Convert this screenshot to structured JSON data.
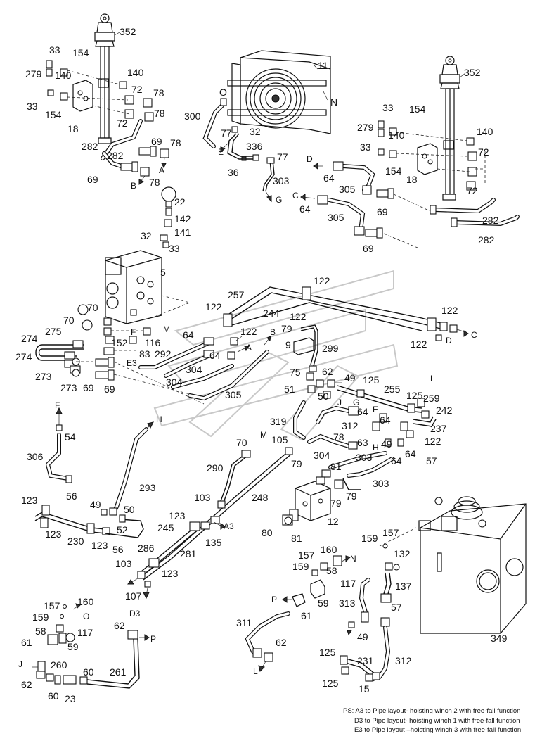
{
  "labels": [
    {
      "id": "l1",
      "text": "352"
    },
    {
      "id": "l2",
      "text": "33"
    },
    {
      "id": "l3",
      "text": "154"
    },
    {
      "id": "l4",
      "text": "279"
    },
    {
      "id": "l5",
      "text": "140"
    },
    {
      "id": "l6",
      "text": "140"
    },
    {
      "id": "l7",
      "text": "72"
    },
    {
      "id": "l8",
      "text": "78"
    },
    {
      "id": "l9",
      "text": "33"
    },
    {
      "id": "l10",
      "text": "154"
    },
    {
      "id": "l11",
      "text": "78"
    },
    {
      "id": "l12",
      "text": "72"
    },
    {
      "id": "l13",
      "text": "18"
    },
    {
      "id": "l14",
      "text": "282"
    },
    {
      "id": "l15",
      "text": "282"
    },
    {
      "id": "l16",
      "text": "69"
    },
    {
      "id": "l17",
      "text": "78"
    },
    {
      "id": "l18",
      "text": "A"
    },
    {
      "id": "l19",
      "text": "69"
    },
    {
      "id": "l20",
      "text": "B"
    },
    {
      "id": "l21",
      "text": "78"
    },
    {
      "id": "l22",
      "text": "11"
    },
    {
      "id": "l23",
      "text": "O"
    },
    {
      "id": "l24",
      "text": "N"
    },
    {
      "id": "l25",
      "text": "300"
    },
    {
      "id": "l26",
      "text": "77"
    },
    {
      "id": "l27",
      "text": "32"
    },
    {
      "id": "l28",
      "text": "336"
    },
    {
      "id": "l29",
      "text": "E"
    },
    {
      "id": "l30",
      "text": "77"
    },
    {
      "id": "l31",
      "text": "36"
    },
    {
      "id": "l32",
      "text": "303"
    },
    {
      "id": "l33",
      "text": "G"
    },
    {
      "id": "l34",
      "text": "352"
    },
    {
      "id": "l35",
      "text": "33"
    },
    {
      "id": "l36",
      "text": "154"
    },
    {
      "id": "l37",
      "text": "279"
    },
    {
      "id": "l38",
      "text": "140"
    },
    {
      "id": "l39",
      "text": "140"
    },
    {
      "id": "l40",
      "text": "33"
    },
    {
      "id": "l41",
      "text": "72"
    },
    {
      "id": "l42",
      "text": "D"
    },
    {
      "id": "l43",
      "text": "154"
    },
    {
      "id": "l44",
      "text": "64"
    },
    {
      "id": "l45",
      "text": "18"
    },
    {
      "id": "l46",
      "text": "72"
    },
    {
      "id": "l47",
      "text": "305"
    },
    {
      "id": "l48",
      "text": "C"
    },
    {
      "id": "l49",
      "text": "64"
    },
    {
      "id": "l50",
      "text": "69"
    },
    {
      "id": "l51",
      "text": "305"
    },
    {
      "id": "l52",
      "text": "282"
    },
    {
      "id": "l53",
      "text": "282"
    },
    {
      "id": "l54",
      "text": "69"
    },
    {
      "id": "l55",
      "text": "22"
    },
    {
      "id": "l56",
      "text": "142"
    },
    {
      "id": "l57",
      "text": "32"
    },
    {
      "id": "l58",
      "text": "141"
    },
    {
      "id": "l59",
      "text": "33"
    },
    {
      "id": "l60",
      "text": "5"
    },
    {
      "id": "l61",
      "text": "122"
    },
    {
      "id": "l62",
      "text": "257"
    },
    {
      "id": "l63",
      "text": "122"
    },
    {
      "id": "l64",
      "text": "244"
    },
    {
      "id": "l65",
      "text": "122"
    },
    {
      "id": "l66",
      "text": "122"
    },
    {
      "id": "l67",
      "text": "70"
    },
    {
      "id": "l68",
      "text": "70"
    },
    {
      "id": "l69",
      "text": "M"
    },
    {
      "id": "l70",
      "text": "F"
    },
    {
      "id": "l71",
      "text": "64"
    },
    {
      "id": "l72",
      "text": "122"
    },
    {
      "id": "l73",
      "text": "B"
    },
    {
      "id": "l74",
      "text": "79"
    },
    {
      "id": "l75",
      "text": "274"
    },
    {
      "id": "l76",
      "text": "275"
    },
    {
      "id": "l77",
      "text": "152"
    },
    {
      "id": "l78",
      "text": "116"
    },
    {
      "id": "l79",
      "text": "64"
    },
    {
      "id": "l80",
      "text": "A"
    },
    {
      "id": "l81",
      "text": "9"
    },
    {
      "id": "l82",
      "text": "299"
    },
    {
      "id": "l83",
      "text": "D"
    },
    {
      "id": "l84",
      "text": "C"
    },
    {
      "id": "l85",
      "text": "122"
    },
    {
      "id": "l86",
      "text": "274"
    },
    {
      "id": "l87",
      "text": "83"
    },
    {
      "id": "l88",
      "text": "292"
    },
    {
      "id": "l89",
      "text": "E3"
    },
    {
      "id": "l90",
      "text": "273"
    },
    {
      "id": "l91",
      "text": "273"
    },
    {
      "id": "l92",
      "text": "69"
    },
    {
      "id": "l93",
      "text": "69"
    },
    {
      "id": "l94",
      "text": "304"
    },
    {
      "id": "l95",
      "text": "304"
    },
    {
      "id": "l96",
      "text": "305"
    },
    {
      "id": "l97",
      "text": "75"
    },
    {
      "id": "l98",
      "text": "62"
    },
    {
      "id": "l99",
      "text": "49"
    },
    {
      "id": "l100",
      "text": "125"
    },
    {
      "id": "l101",
      "text": "L"
    },
    {
      "id": "l102",
      "text": "51"
    },
    {
      "id": "l103",
      "text": "50"
    },
    {
      "id": "l104",
      "text": "J"
    },
    {
      "id": "l105",
      "text": "G"
    },
    {
      "id": "l106",
      "text": "255"
    },
    {
      "id": "l107",
      "text": "125"
    },
    {
      "id": "l108",
      "text": "259"
    },
    {
      "id": "l109",
      "text": "64"
    },
    {
      "id": "l110",
      "text": "E"
    },
    {
      "id": "l111",
      "text": "242"
    },
    {
      "id": "l112",
      "text": "F"
    },
    {
      "id": "l113",
      "text": "54"
    },
    {
      "id": "l114",
      "text": "H"
    },
    {
      "id": "l115",
      "text": "319"
    },
    {
      "id": "l116",
      "text": "312"
    },
    {
      "id": "l117",
      "text": "64"
    },
    {
      "id": "l118",
      "text": "237"
    },
    {
      "id": "l119",
      "text": "M"
    },
    {
      "id": "l120",
      "text": "105"
    },
    {
      "id": "l121",
      "text": "78"
    },
    {
      "id": "l122",
      "text": "63"
    },
    {
      "id": "l123",
      "text": "H"
    },
    {
      "id": "l124",
      "text": "49"
    },
    {
      "id": "l125",
      "text": "122"
    },
    {
      "id": "l126",
      "text": "306"
    },
    {
      "id": "l127",
      "text": "70"
    },
    {
      "id": "l128",
      "text": "304"
    },
    {
      "id": "l129",
      "text": "64"
    },
    {
      "id": "l130",
      "text": "64"
    },
    {
      "id": "l131",
      "text": "57"
    },
    {
      "id": "l132",
      "text": "79"
    },
    {
      "id": "l133",
      "text": "81"
    },
    {
      "id": "l134",
      "text": "303"
    },
    {
      "id": "l135",
      "text": "290"
    },
    {
      "id": "l136",
      "text": "56"
    },
    {
      "id": "l137",
      "text": "293"
    },
    {
      "id": "l138",
      "text": "303"
    },
    {
      "id": "l139",
      "text": "79"
    },
    {
      "id": "l140",
      "text": "79"
    },
    {
      "id": "l141",
      "text": "103"
    },
    {
      "id": "l142",
      "text": "248"
    },
    {
      "id": "l143",
      "text": "123"
    },
    {
      "id": "l144",
      "text": "49"
    },
    {
      "id": "l145",
      "text": "50"
    },
    {
      "id": "l146",
      "text": "12"
    },
    {
      "id": "l147",
      "text": "123"
    },
    {
      "id": "l148",
      "text": "A3"
    },
    {
      "id": "l149",
      "text": "80"
    },
    {
      "id": "l150",
      "text": "52"
    },
    {
      "id": "l151",
      "text": "245"
    },
    {
      "id": "l152",
      "text": "123"
    },
    {
      "id": "l153",
      "text": "81"
    },
    {
      "id": "l154",
      "text": "230"
    },
    {
      "id": "l155",
      "text": "135"
    },
    {
      "id": "l156",
      "text": "123"
    },
    {
      "id": "l157",
      "text": "56"
    },
    {
      "id": "l158",
      "text": "286"
    },
    {
      "id": "l159",
      "text": "281"
    },
    {
      "id": "l160",
      "text": "157"
    },
    {
      "id": "l161",
      "text": "159"
    },
    {
      "id": "l162",
      "text": "132"
    },
    {
      "id": "l163",
      "text": "103"
    },
    {
      "id": "l164",
      "text": "123"
    },
    {
      "id": "l165",
      "text": "157"
    },
    {
      "id": "l166",
      "text": "160"
    },
    {
      "id": "l167",
      "text": "N"
    },
    {
      "id": "l168",
      "text": "159"
    },
    {
      "id": "l169",
      "text": "58"
    },
    {
      "id": "l170",
      "text": "117"
    },
    {
      "id": "l171",
      "text": "137"
    },
    {
      "id": "l172",
      "text": "107"
    },
    {
      "id": "l173",
      "text": "D3"
    },
    {
      "id": "l174",
      "text": "P"
    },
    {
      "id": "l175",
      "text": "59"
    },
    {
      "id": "l176",
      "text": "313"
    },
    {
      "id": "l177",
      "text": "57"
    },
    {
      "id": "l178",
      "text": "61"
    },
    {
      "id": "l179",
      "text": "157"
    },
    {
      "id": "l180",
      "text": "160"
    },
    {
      "id": "l181",
      "text": "159"
    },
    {
      "id": "l182",
      "text": "O"
    },
    {
      "id": "l183",
      "text": "311"
    },
    {
      "id": "l184",
      "text": "58"
    },
    {
      "id": "l185",
      "text": "117"
    },
    {
      "id": "l186",
      "text": "62"
    },
    {
      "id": "l187",
      "text": "P"
    },
    {
      "id": "l188",
      "text": "49"
    },
    {
      "id": "l189",
      "text": "349"
    },
    {
      "id": "l190",
      "text": "61"
    },
    {
      "id": "l191",
      "text": "59"
    },
    {
      "id": "l192",
      "text": "62"
    },
    {
      "id": "l193",
      "text": "125"
    },
    {
      "id": "l194",
      "text": "231"
    },
    {
      "id": "l195",
      "text": "J"
    },
    {
      "id": "l196",
      "text": "260"
    },
    {
      "id": "l197",
      "text": "60"
    },
    {
      "id": "l198",
      "text": "261"
    },
    {
      "id": "l199",
      "text": "312"
    },
    {
      "id": "l200",
      "text": "L"
    },
    {
      "id": "l201",
      "text": "62"
    },
    {
      "id": "l202",
      "text": "125"
    },
    {
      "id": "l203",
      "text": "60"
    },
    {
      "id": "l204",
      "text": "23"
    },
    {
      "id": "l205",
      "text": "15"
    }
  ],
  "footnote": {
    "line1": "PS: A3 to Pipe layout- hoisting winch 2 with free-fall function",
    "line2": "D3 to Pipe layout- hoisting winch 1 with free-fall function",
    "line3": "E3 to Pipe layout –hoisting winch 3 with free-fall function"
  }
}
